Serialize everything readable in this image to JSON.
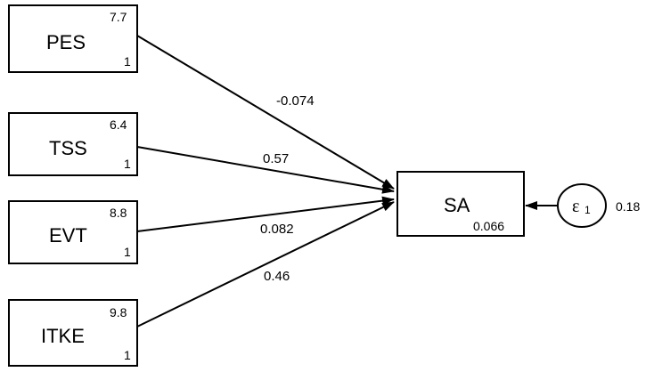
{
  "variables": [
    {
      "id": "pes",
      "name": "PES",
      "mean": "7.7",
      "scale": "1"
    },
    {
      "id": "tss",
      "name": "TSS",
      "mean": "6.4",
      "scale": "1"
    },
    {
      "id": "evt",
      "name": "EVT",
      "mean": "8.8",
      "scale": "1"
    },
    {
      "id": "itke",
      "name": "ITKE",
      "mean": "9.8",
      "scale": "1"
    }
  ],
  "outcome": {
    "name": "SA",
    "intercept": "0.066"
  },
  "paths": [
    {
      "from": "pes",
      "to": "SA",
      "coef": "-0.074"
    },
    {
      "from": "tss",
      "to": "SA",
      "coef": "0.57"
    },
    {
      "from": "evt",
      "to": "SA",
      "coef": "0.082"
    },
    {
      "from": "itke",
      "to": "SA",
      "coef": "0.46"
    }
  ],
  "error": {
    "symbol": "ε",
    "subscript": "1",
    "variance": "0.18"
  }
}
